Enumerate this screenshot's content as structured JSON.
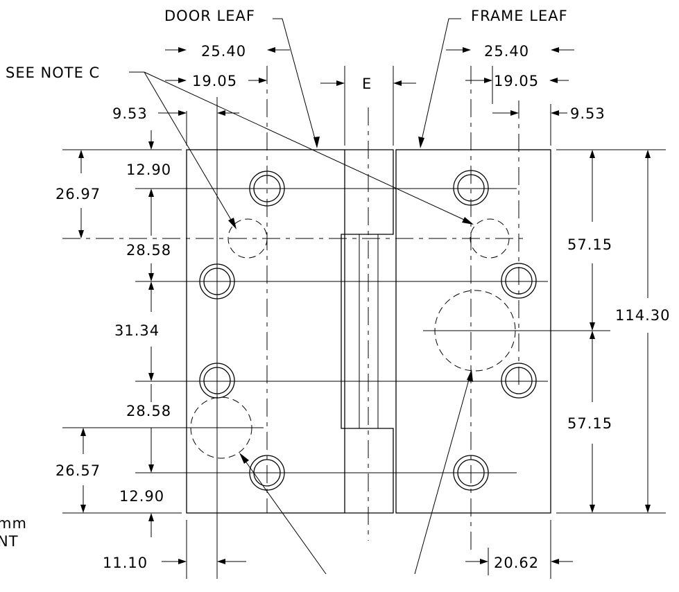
{
  "labels": {
    "door_leaf": "DOOR LEAF",
    "frame_leaf": "FRAME LEAF",
    "see_note_c": "SEE NOTE C",
    "e": "E",
    "mm": "mm",
    "nt": "NT"
  },
  "dims": {
    "top_left_2540": "25.40",
    "top_left_1905": "19.05",
    "top_left_953": "9.53",
    "top_right_2540": "25.40",
    "top_right_1905": "19.05",
    "top_right_953": "9.53",
    "left_1290_top": "12.90",
    "left_2697": "26.97",
    "left_2858_top": "28.58",
    "left_3134": "31.34",
    "left_2858_bot": "28.58",
    "left_2657": "26.57",
    "left_1290_bot": "12.90",
    "bottom_1110": "11.10",
    "bottom_2062": "20.62",
    "right_5715_top": "57.15",
    "right_5715_bot": "57.15",
    "right_11430": "114.30"
  }
}
